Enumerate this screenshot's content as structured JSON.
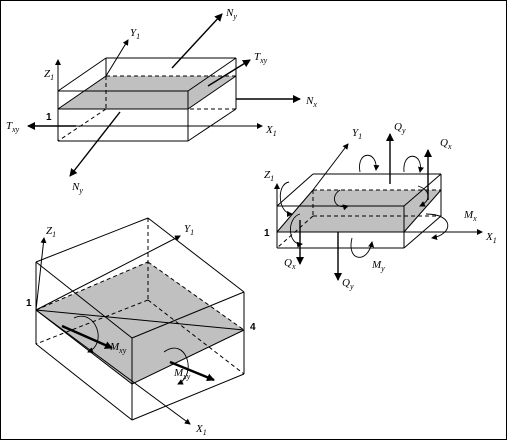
{
  "diagram1": {
    "axes": {
      "z": "Z",
      "z_sub": "1",
      "y": "Y",
      "y_sub": "1",
      "x": "X",
      "x_sub": "1"
    },
    "corner": "1",
    "forces": {
      "ny_top": "N",
      "ny_top_sub": "y",
      "ny_bottom": "N",
      "ny_bottom_sub": "y",
      "txy_right": "T",
      "txy_right_sub": "xy",
      "txy_left": "T",
      "txy_left_sub": "xy",
      "nx": "N",
      "nx_sub": "x"
    }
  },
  "diagram2": {
    "axes": {
      "z": "Z",
      "z_sub": "1",
      "y": "Y",
      "y_sub": "1",
      "x": "X",
      "x_sub": "1"
    },
    "corner": "1",
    "forces": {
      "qy_top": "Q",
      "qy_top_sub": "y",
      "qx_top": "Q",
      "qx_top_sub": "x",
      "mx": "M",
      "mx_sub": "x",
      "qx_bottom": "Q",
      "qx_bottom_sub": "x",
      "qy_bottom": "Q",
      "qy_bottom_sub": "y",
      "my": "M",
      "my_sub": "y"
    }
  },
  "diagram3": {
    "axes": {
      "z": "Z",
      "z_sub": "1",
      "y": "Y",
      "y_sub": "1",
      "x": "X",
      "x_sub": "1"
    },
    "corner_1": "1",
    "corner_4": "4",
    "moments": {
      "mxy_1": "M",
      "mxy_1_sub": "xy",
      "mxy_2": "M",
      "mxy_2_sub": "xy"
    }
  },
  "colors": {
    "plate_fill": "#c0c0c0",
    "line": "#000000",
    "background": "#ffffff"
  }
}
